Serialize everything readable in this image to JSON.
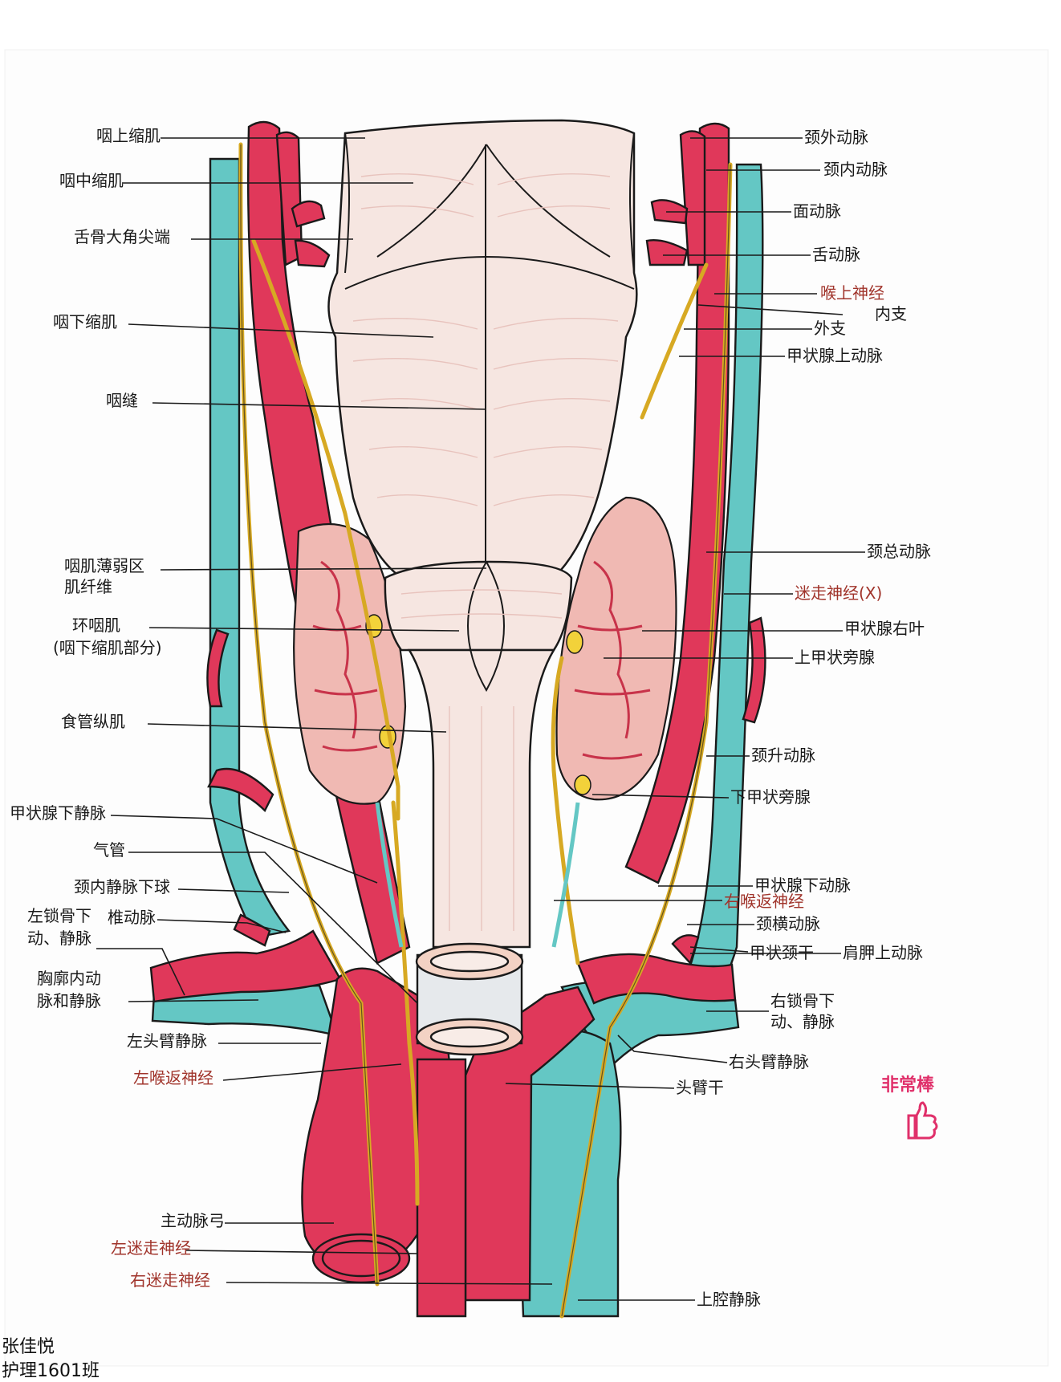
{
  "colors": {
    "artery": "#e0385a",
    "vein": "#64c7c4",
    "nerve": "#d7a923",
    "muscle": "#f6e6e1",
    "gland": "#f0b9b3",
    "outline": "#1a1a1a",
    "nerve_label": "#a0332a",
    "stamp": "#e0306a"
  },
  "labels_left": [
    {
      "id": "pharyngeal-superior-constrictor",
      "text": "咽上缩肌"
    },
    {
      "id": "pharyngeal-middle-constrictor",
      "text": "咽中缩肌"
    },
    {
      "id": "hyoid-greater-horn-tip",
      "text": "舌骨大角尖端"
    },
    {
      "id": "pharyngeal-inferior-constrictor",
      "text": "咽下缩肌"
    },
    {
      "id": "pharyngeal-raphe",
      "text": "咽缝"
    },
    {
      "id": "weak-area-line1",
      "text": "咽肌薄弱区"
    },
    {
      "id": "weak-area-line2",
      "text": "肌纤维"
    },
    {
      "id": "cricopharyngeus-line1",
      "text": "环咽肌"
    },
    {
      "id": "cricopharyngeus-line2",
      "text": "(咽下缩肌部分)"
    },
    {
      "id": "esophagus-longitudinal",
      "text": "食管纵肌"
    },
    {
      "id": "inferior-thyroid-vein",
      "text": "甲状腺下静脉"
    },
    {
      "id": "trachea",
      "text": "气管"
    },
    {
      "id": "ij-inferior-bulb",
      "text": "颈内静脉下球"
    },
    {
      "id": "left-subclavian-line1",
      "text": "左锁骨下"
    },
    {
      "id": "left-subclavian-line2",
      "text": "动、静脉"
    },
    {
      "id": "vertebral-artery",
      "text": "椎动脉"
    },
    {
      "id": "internal-thoracic-line1",
      "text": "胸廓内动"
    },
    {
      "id": "internal-thoracic-line2",
      "text": "脉和静脉"
    },
    {
      "id": "left-brachiocephalic-vein",
      "text": "左头臂静脉"
    },
    {
      "id": "left-recurrent-laryngeal",
      "text": "左喉返神经",
      "nerve": true
    },
    {
      "id": "aortic-arch",
      "text": "主动脉弓"
    },
    {
      "id": "left-vagus",
      "text": "左迷走神经",
      "nerve": true
    },
    {
      "id": "right-vagus-bottom",
      "text": "右迷走神经",
      "nerve": true
    }
  ],
  "labels_right": [
    {
      "id": "external-carotid",
      "text": "颈外动脉"
    },
    {
      "id": "internal-carotid",
      "text": "颈内动脉"
    },
    {
      "id": "facial-artery",
      "text": "面动脉"
    },
    {
      "id": "lingual-artery",
      "text": "舌动脉"
    },
    {
      "id": "superior-laryngeal-nerve",
      "text": "喉上神经",
      "nerve": true
    },
    {
      "id": "internal-branch",
      "text": "内支"
    },
    {
      "id": "external-branch",
      "text": "外支"
    },
    {
      "id": "superior-thyroid-artery",
      "text": "甲状腺上动脉"
    },
    {
      "id": "common-carotid",
      "text": "颈总动脉"
    },
    {
      "id": "vagus-x",
      "text": "迷走神经(X)",
      "nerve": true
    },
    {
      "id": "thyroid-right-lobe",
      "text": "甲状腺右叶"
    },
    {
      "id": "superior-parathyroid",
      "text": "上甲状旁腺"
    },
    {
      "id": "ascending-cervical",
      "text": "颈升动脉"
    },
    {
      "id": "inferior-parathyroid",
      "text": "下甲状旁腺"
    },
    {
      "id": "inferior-thyroid-artery",
      "text": "甲状腺下动脉"
    },
    {
      "id": "right-recurrent-laryngeal",
      "text": "右喉返神经",
      "nerve": true
    },
    {
      "id": "transverse-cervical",
      "text": "颈横动脉"
    },
    {
      "id": "thyrocervical-trunk",
      "text": "甲状颈干"
    },
    {
      "id": "suprascapular",
      "text": "肩胛上动脉"
    },
    {
      "id": "right-subclavian-line1",
      "text": "右锁骨下"
    },
    {
      "id": "right-subclavian-line2",
      "text": "动、静脉"
    },
    {
      "id": "right-brachiocephalic-vein",
      "text": "右头臂静脉"
    },
    {
      "id": "brachiocephalic-trunk",
      "text": "头臂干"
    },
    {
      "id": "superior-vena-cava",
      "text": "上腔静脉"
    }
  ],
  "stamp": {
    "text": "非常棒"
  },
  "author": {
    "line1": "张佳悦",
    "line2": "护理1601班"
  }
}
